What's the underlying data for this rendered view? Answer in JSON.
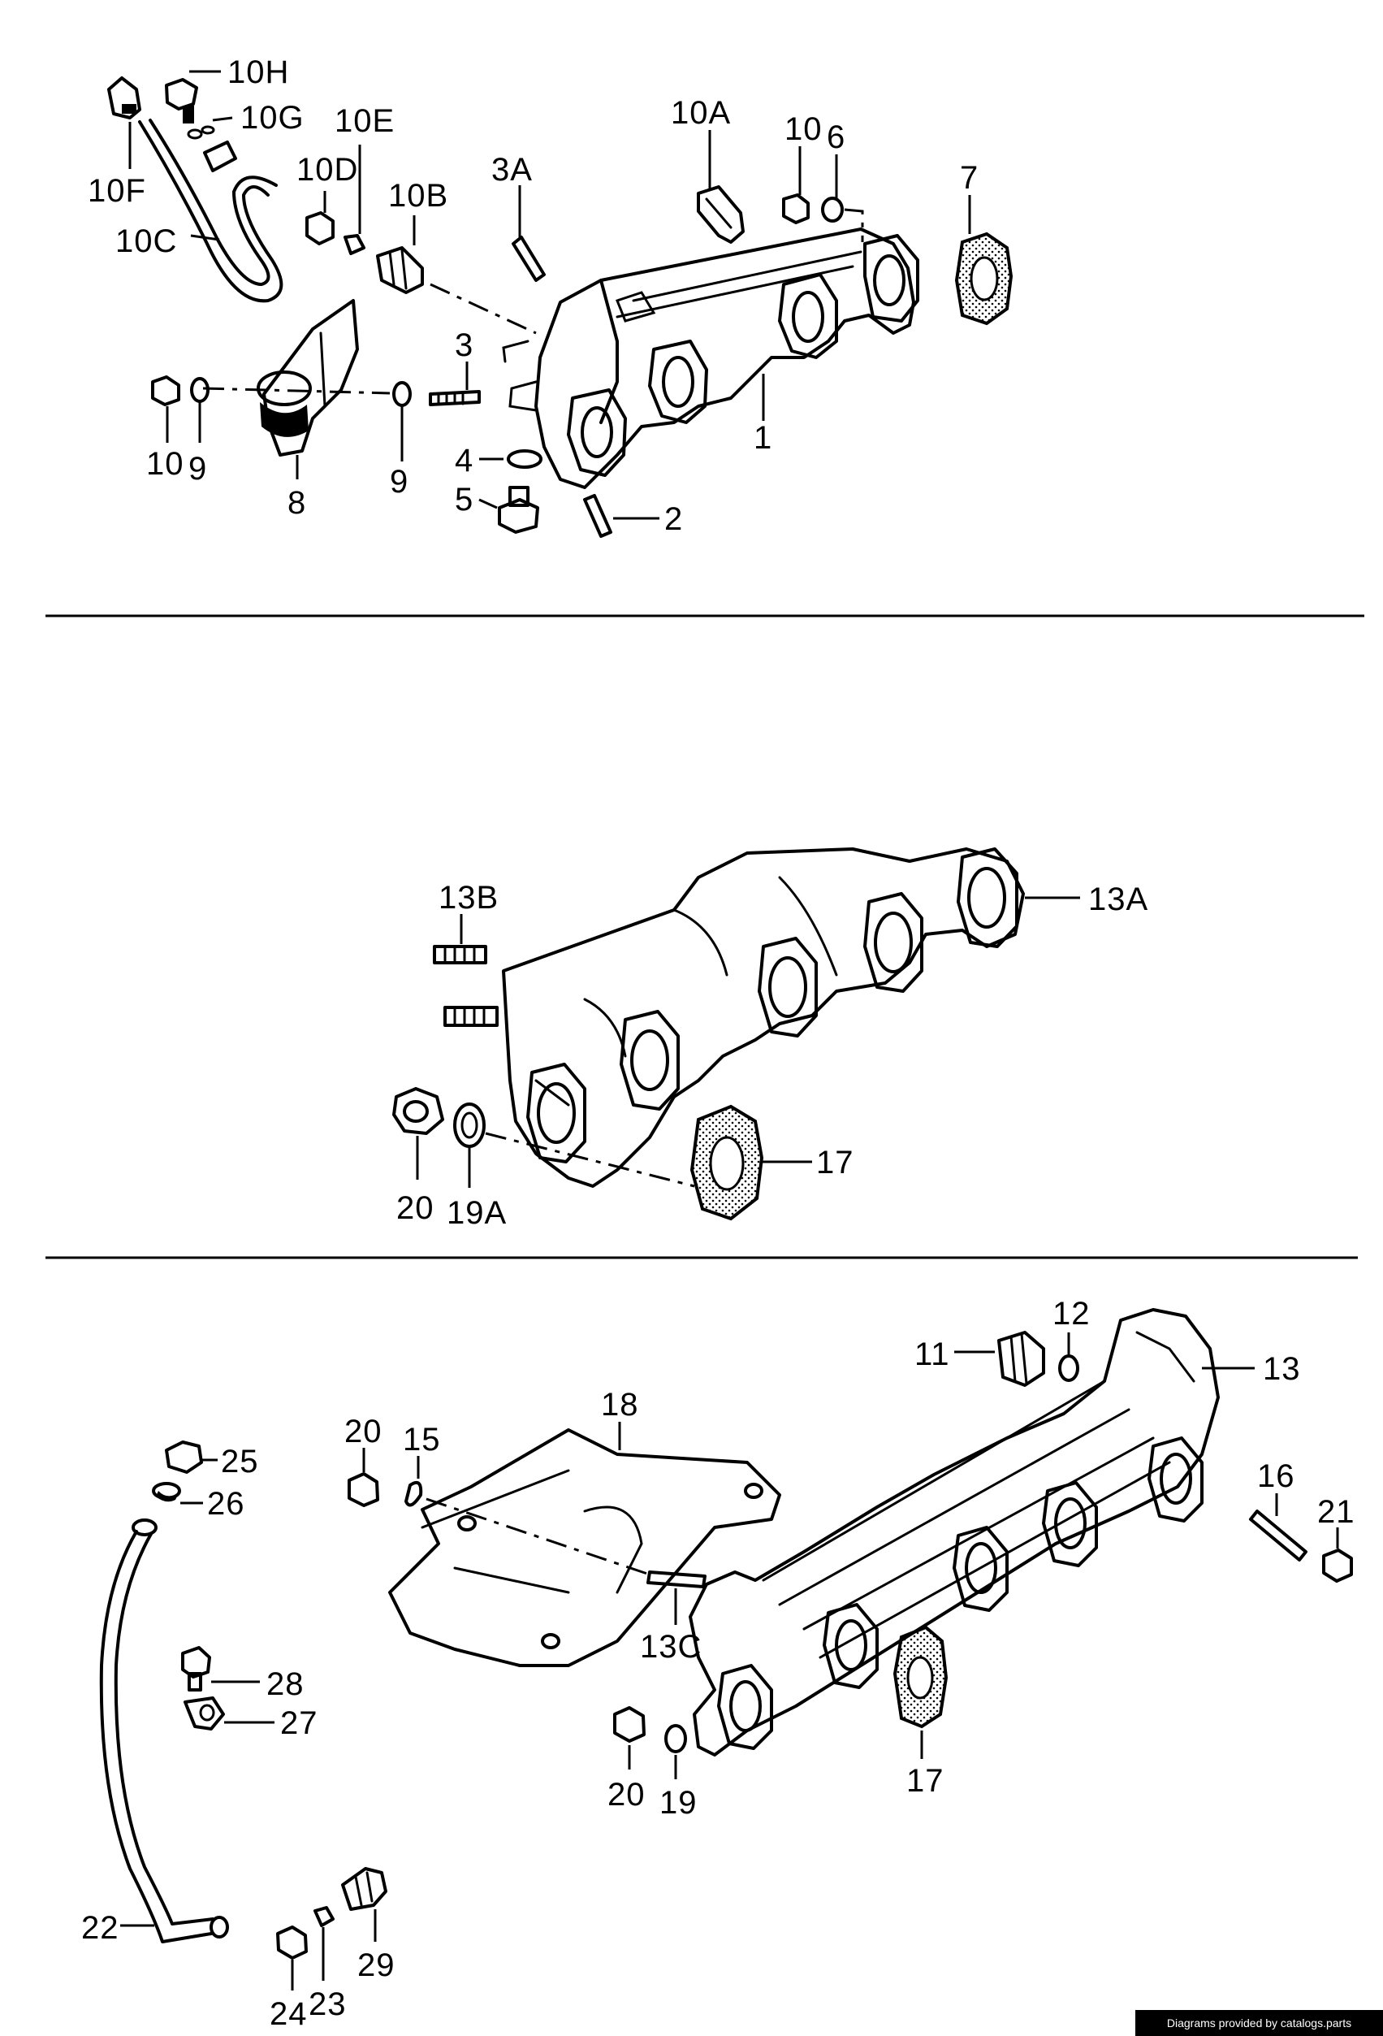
{
  "credit": "Diagrams provided by catalogs.parts",
  "sections": [
    {
      "id": "top",
      "callouts": [
        "10H",
        "10G",
        "10F",
        "10C",
        "10D",
        "10E",
        "10B",
        "3A",
        "10A",
        "10",
        "6",
        "7",
        "10",
        "9",
        "8",
        "9",
        "3",
        "4",
        "5",
        "2",
        "1"
      ]
    },
    {
      "id": "middle",
      "callouts": [
        "13B",
        "13A",
        "20",
        "19A",
        "17"
      ]
    },
    {
      "id": "bottom",
      "callouts": [
        "11",
        "12",
        "13",
        "18",
        "20",
        "15",
        "25",
        "26",
        "16",
        "21",
        "13C",
        "28",
        "27",
        "20",
        "19",
        "17",
        "22",
        "24",
        "23",
        "29"
      ]
    }
  ]
}
